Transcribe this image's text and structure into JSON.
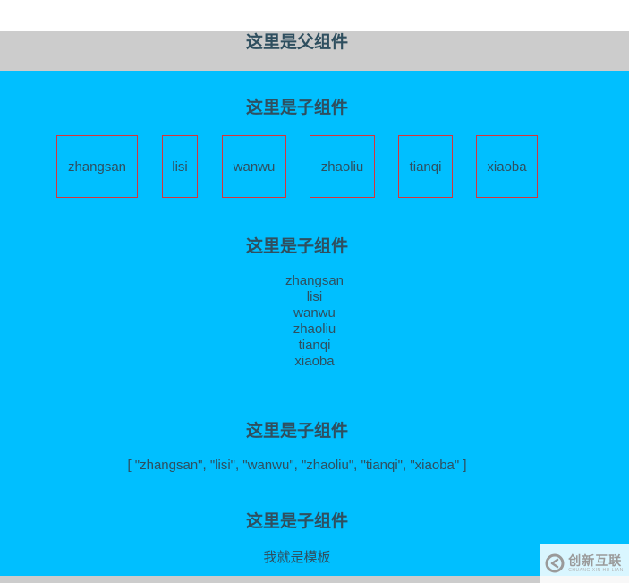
{
  "parent": {
    "title": "这里是父组件"
  },
  "children": [
    {
      "title": "这里是子组件",
      "boxes": [
        "zhangsan",
        "lisi",
        "wanwu",
        "zhaoliu",
        "tianqi",
        "xiaoba"
      ]
    },
    {
      "title": "这里是子组件",
      "list": [
        "zhangsan",
        "lisi",
        "wanwu",
        "zhaoliu",
        "tianqi",
        "xiaoba"
      ]
    },
    {
      "title": "这里是子组件",
      "array_text": "[ \"zhangsan\", \"lisi\", \"wanwu\", \"zhaoliu\", \"tianqi\", \"xiaoba\" ]"
    },
    {
      "title": "这里是子组件",
      "template_text": "我就是模板"
    }
  ],
  "watermark": {
    "main": "创新互联",
    "sub": "CHUANG XIN HU LIAN",
    "logo_icon": "cx-logo-icon"
  },
  "colors": {
    "parent_bg": "#cccccc",
    "child_bg": "#00bfff",
    "box_border": "#d9343a",
    "text": "#2f4f5f"
  }
}
